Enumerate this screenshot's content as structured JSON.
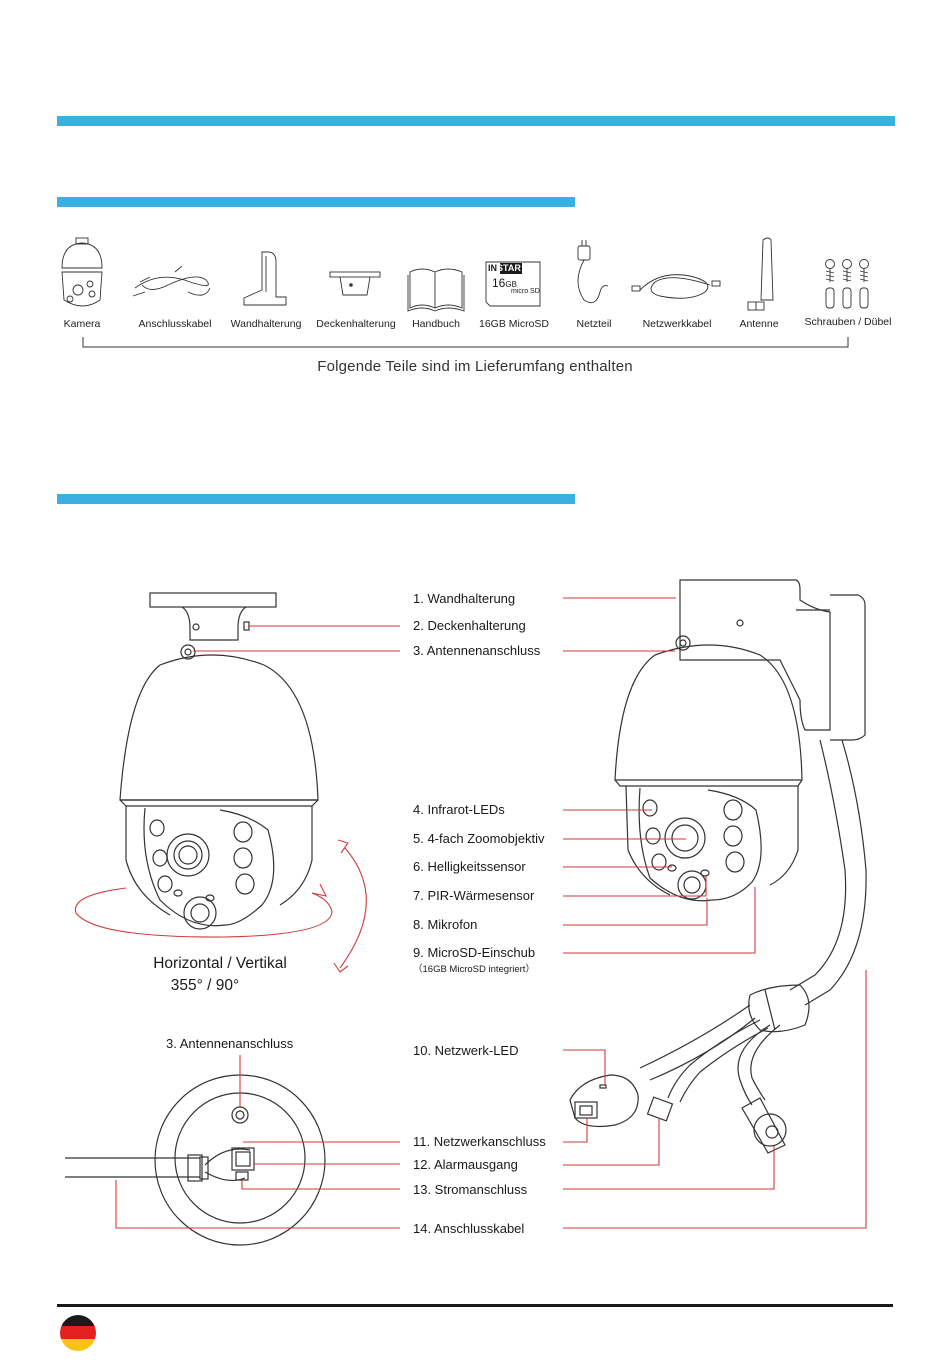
{
  "accent_color": "#3ab0e2",
  "callout_color": "#d43a3a",
  "parts": {
    "items": [
      {
        "label": "Kamera",
        "icon": "camera-icon"
      },
      {
        "label": "Anschlusskabel",
        "icon": "cable-icon"
      },
      {
        "label": "Wandhalterung",
        "icon": "wall-mount-icon"
      },
      {
        "label": "Deckenhalterung",
        "icon": "ceiling-mount-icon"
      },
      {
        "label": "Handbuch",
        "icon": "book-icon"
      },
      {
        "label": "16GB MicroSD",
        "icon": "sd-card-icon"
      },
      {
        "label": "Netzteil",
        "icon": "power-adapter-icon"
      },
      {
        "label": "Netzwerkkabel",
        "icon": "network-cable-icon"
      },
      {
        "label": "Antenne",
        "icon": "antenna-icon"
      },
      {
        "label": "Schrauben / Dübel",
        "icon": "screws-icon"
      }
    ],
    "sd_card": {
      "brand_left": "IN",
      "brand_right": "STAR",
      "size": "16",
      "unit": "GB",
      "type": "micro SD"
    },
    "caption": "Folgende Teile sind im Lieferumfang enthalten"
  },
  "diagram": {
    "callouts": [
      "1. Wandhalterung",
      "2. Deckenhalterung",
      "3. Antennenanschluss",
      "4. Infrarot-LEDs",
      "5. 4-fach Zoomobjektiv",
      "6. Helligkeitssensor",
      "7. PIR-Wärmesensor",
      "8. Mikrofon",
      "9. MicroSD-Einschub",
      "10. Netzwerk-LED",
      "11. Netzwerkanschluss",
      "12. Alarmausgang",
      "13. Stromanschluss",
      "14. Anschlusskabel"
    ],
    "microsd_note": "（16GB MicroSD integriert）",
    "rotation_title": "Horizontal / Vertikal",
    "rotation_values": "355° / 90°",
    "bottom_view_label": "3. Antennenanschluss"
  },
  "footer": {
    "flag_icon": "german-flag-icon"
  }
}
